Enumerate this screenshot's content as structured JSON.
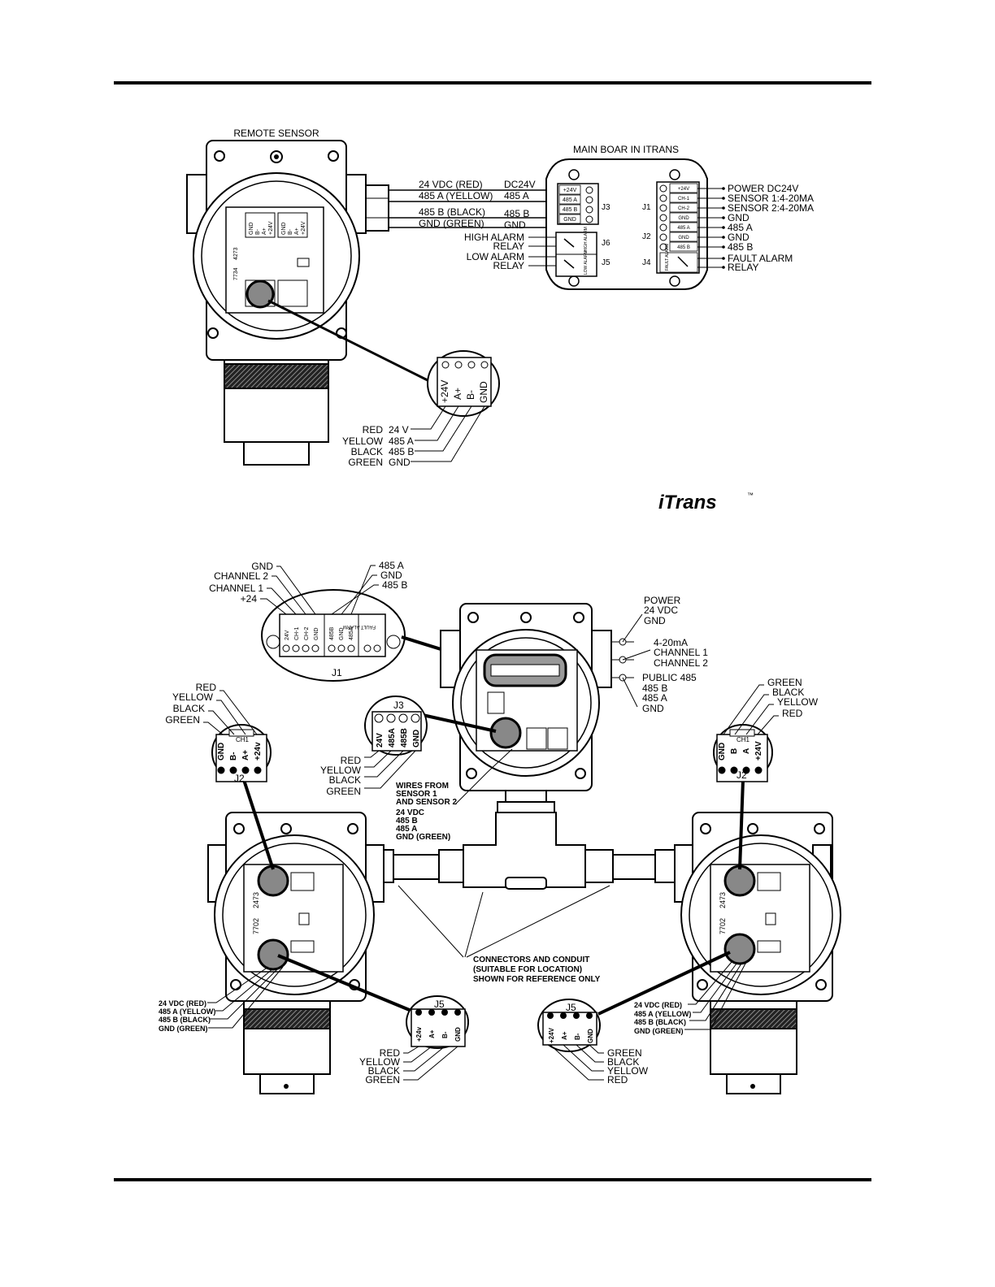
{
  "top_diagram": {
    "remote_sensor_title": "REMOTE SENSOR",
    "main_board_title": "MAIN BOAR IN ITRANS",
    "sensor_board_numbers": [
      "7734",
      "4273"
    ],
    "sensor_terminal_labels": [
      "GND",
      "B-",
      "A+",
      "+24V"
    ],
    "wire_labels": [
      "24 VDC (RED)",
      "485 A (YELLOW)",
      "485 B (BLACK)",
      "GND (GREEN)"
    ],
    "j3_labels": [
      "DC24V",
      "485 A",
      "485 B",
      "GND"
    ],
    "j3_terminals": [
      "+24V",
      "485 A",
      "485 B",
      "GND"
    ],
    "j3_name": "J3",
    "relay_labels": {
      "high_alarm": "HIGH ALARM",
      "low_alarm": "LOW ALARM",
      "relay": "RELAY",
      "j6": "J6",
      "j5": "J5",
      "j6_terminal": "HIGH ALARM",
      "j5_terminal": "LOW ALARM"
    },
    "j1_name": "J1",
    "j2_name": "J2",
    "j4_name": "J4",
    "right_terminals": [
      "+24V",
      "CH-1",
      "CH-2",
      "GND",
      "485 A",
      "GND",
      "485 B"
    ],
    "fault_terminal": "FAULT ALARM",
    "right_labels": [
      "POWER DC24V",
      "SENSOR 1:4-20MA",
      "SENSOR 2:4-20MA",
      "GND",
      "485 A",
      "GND",
      "485 B",
      "FAULT ALARM",
      "RELAY"
    ],
    "connector_terminals": [
      "+24V",
      "A+",
      "B-",
      "GND"
    ],
    "connector_wires": [
      {
        "color": "RED",
        "signal": "24 V"
      },
      {
        "color": "YELLOW",
        "signal": "485 A"
      },
      {
        "color": "BLACK",
        "signal": "485 B"
      },
      {
        "color": "GREEN",
        "signal": "GND"
      }
    ]
  },
  "logo": "iTrans",
  "trademark": "™",
  "bottom_diagram": {
    "j1_callout_labels_left": [
      "GND",
      "CHANNEL 2",
      "CHANNEL 1",
      "+24"
    ],
    "j1_callout_labels_right": [
      "485 A",
      "GND",
      "485 B"
    ],
    "j1_terminals": [
      "24V",
      "CH-1",
      "CH-2",
      "GND",
      "485B",
      "GND",
      "485A",
      "FAULT ALARM"
    ],
    "j1_name": "J1",
    "power_labels": [
      "POWER",
      "24 VDC",
      "GND"
    ],
    "channel_labels": [
      "4-20mA",
      "CHANNEL 1",
      "CHANNEL 2"
    ],
    "public_labels": [
      "PUBLIC 485",
      "485 B",
      "485 A",
      "GND"
    ],
    "j3_name": "J3",
    "j3_terminals": [
      "24V",
      "485A",
      "485B",
      "GND"
    ],
    "j3_wires": [
      "RED",
      "YELLOW",
      "BLACK",
      "GREEN"
    ],
    "wires_from": [
      "WIRES FROM",
      "SENSOR 1",
      "AND SENSOR 2"
    ],
    "wires_signals": [
      "24 VDC",
      "485 B",
      "485 A",
      "GND  (GREEN)"
    ],
    "left_ch1_wires": [
      "RED",
      "YELLOW",
      "BLACK",
      "GREEN"
    ],
    "ch1_name": "CH1",
    "j2_name": "J2",
    "left_j2_terminals": [
      "GND",
      "B-",
      "A+",
      "+24v"
    ],
    "right_ch1_wires": [
      "GREEN",
      "BLACK",
      "YELLOW",
      "RED"
    ],
    "right_j2_terminals": [
      "GND",
      "B",
      "A",
      "+24V"
    ],
    "sensor_board_numbers": [
      "7702",
      "2473"
    ],
    "connectors_note": [
      "CONNECTORS AND CONDUIT",
      "(SUITABLE FOR LOCATION)",
      "SHOWN FOR REFERENCE ONLY"
    ],
    "left_sensor_wires": [
      "24 VDC (RED)",
      "485 A (YELLOW)",
      "485 B (BLACK)",
      "GND  (GREEN)"
    ],
    "right_sensor_wires": [
      "24 VDC (RED)",
      "485 A (YELLOW)",
      "485 B (BLACK)",
      "GND  (GREEN)"
    ],
    "j5_name": "J5",
    "left_j5_terminals": [
      "+24v",
      "A+",
      "B-",
      "GND"
    ],
    "left_j5_wires": [
      "RED",
      "YELLOW",
      "BLACK",
      "GREEN"
    ],
    "right_j5_terminals": [
      "+24V",
      "A+",
      "B-",
      "GND"
    ],
    "right_j5_wires": [
      "GREEN",
      "BLACK",
      "YELLOW",
      "RED"
    ]
  }
}
